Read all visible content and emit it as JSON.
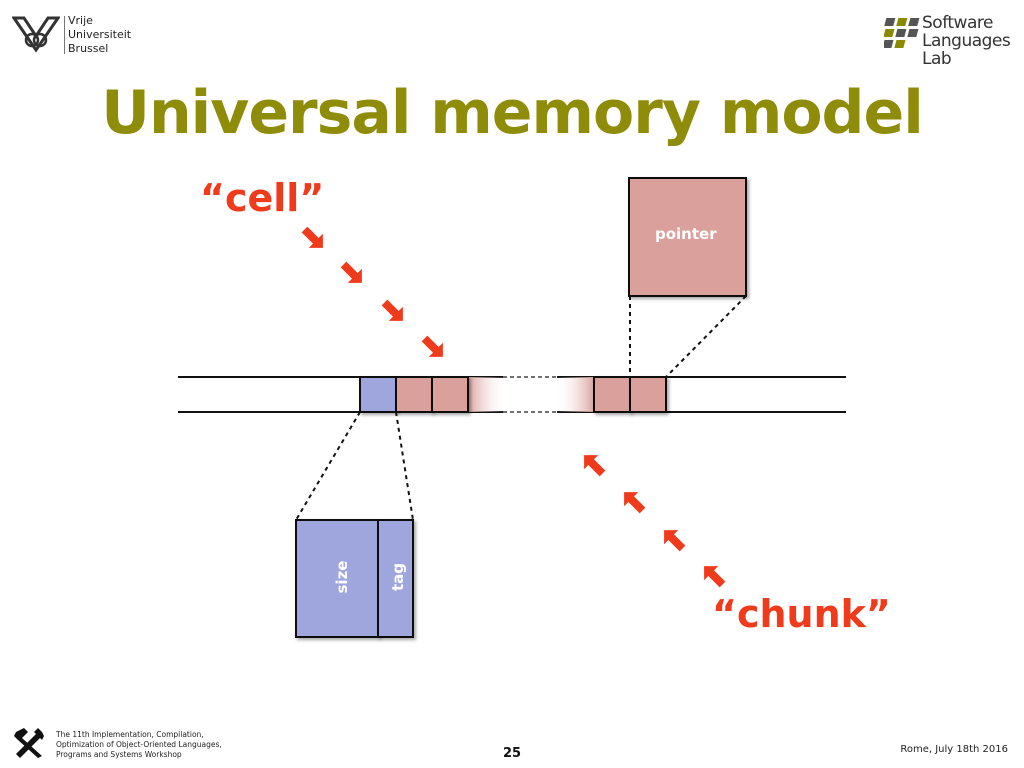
{
  "header": {
    "vub": {
      "line1": "Vrije",
      "line2": "Universiteit",
      "line3": "Brussel"
    },
    "swl": {
      "line1": "Software",
      "line2": "Languages Lab"
    }
  },
  "slide": {
    "title": "Universal memory model",
    "cell_label": "“cell”",
    "chunk_label": "“chunk”",
    "pointer_label": "pointer",
    "size_label": "size",
    "tag_label": "tag"
  },
  "footer": {
    "workshop_line1": "The 11th Implementation, Compilation,",
    "workshop_line2": "Optimization of Object-Oriented Languages,",
    "workshop_line3": "Programs and Systems Workshop",
    "page_number": "25",
    "location_date": "Rome, July 18th 2016"
  },
  "colors": {
    "title": "#8f8c0a",
    "callout": "#f03a1c",
    "header_cell": "#9fa6dd",
    "pointer_cell": "#d9a09c"
  }
}
